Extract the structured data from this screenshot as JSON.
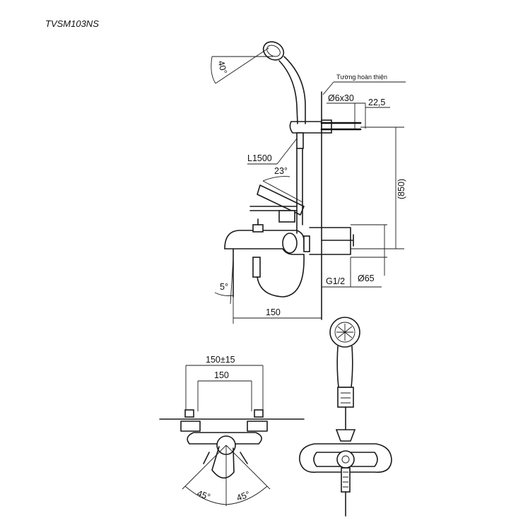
{
  "model": "TVSM103NS",
  "side_view": {
    "wall_label": "Tường hoàn thiện",
    "hole_dim": "Ø6x30",
    "offset_dim": "22,5",
    "hose_length": "L1500",
    "handle_angle": "23°",
    "head_angle": "40°",
    "height_dim": "(850)",
    "thread_size": "G1/2",
    "flange_dim": "Ø65",
    "spout_angle": "5°",
    "spout_projection": "150"
  },
  "top_view": {
    "centers_tolerance": "150±15",
    "centers": "150",
    "left_angle": "45°",
    "right_angle": "45°"
  }
}
